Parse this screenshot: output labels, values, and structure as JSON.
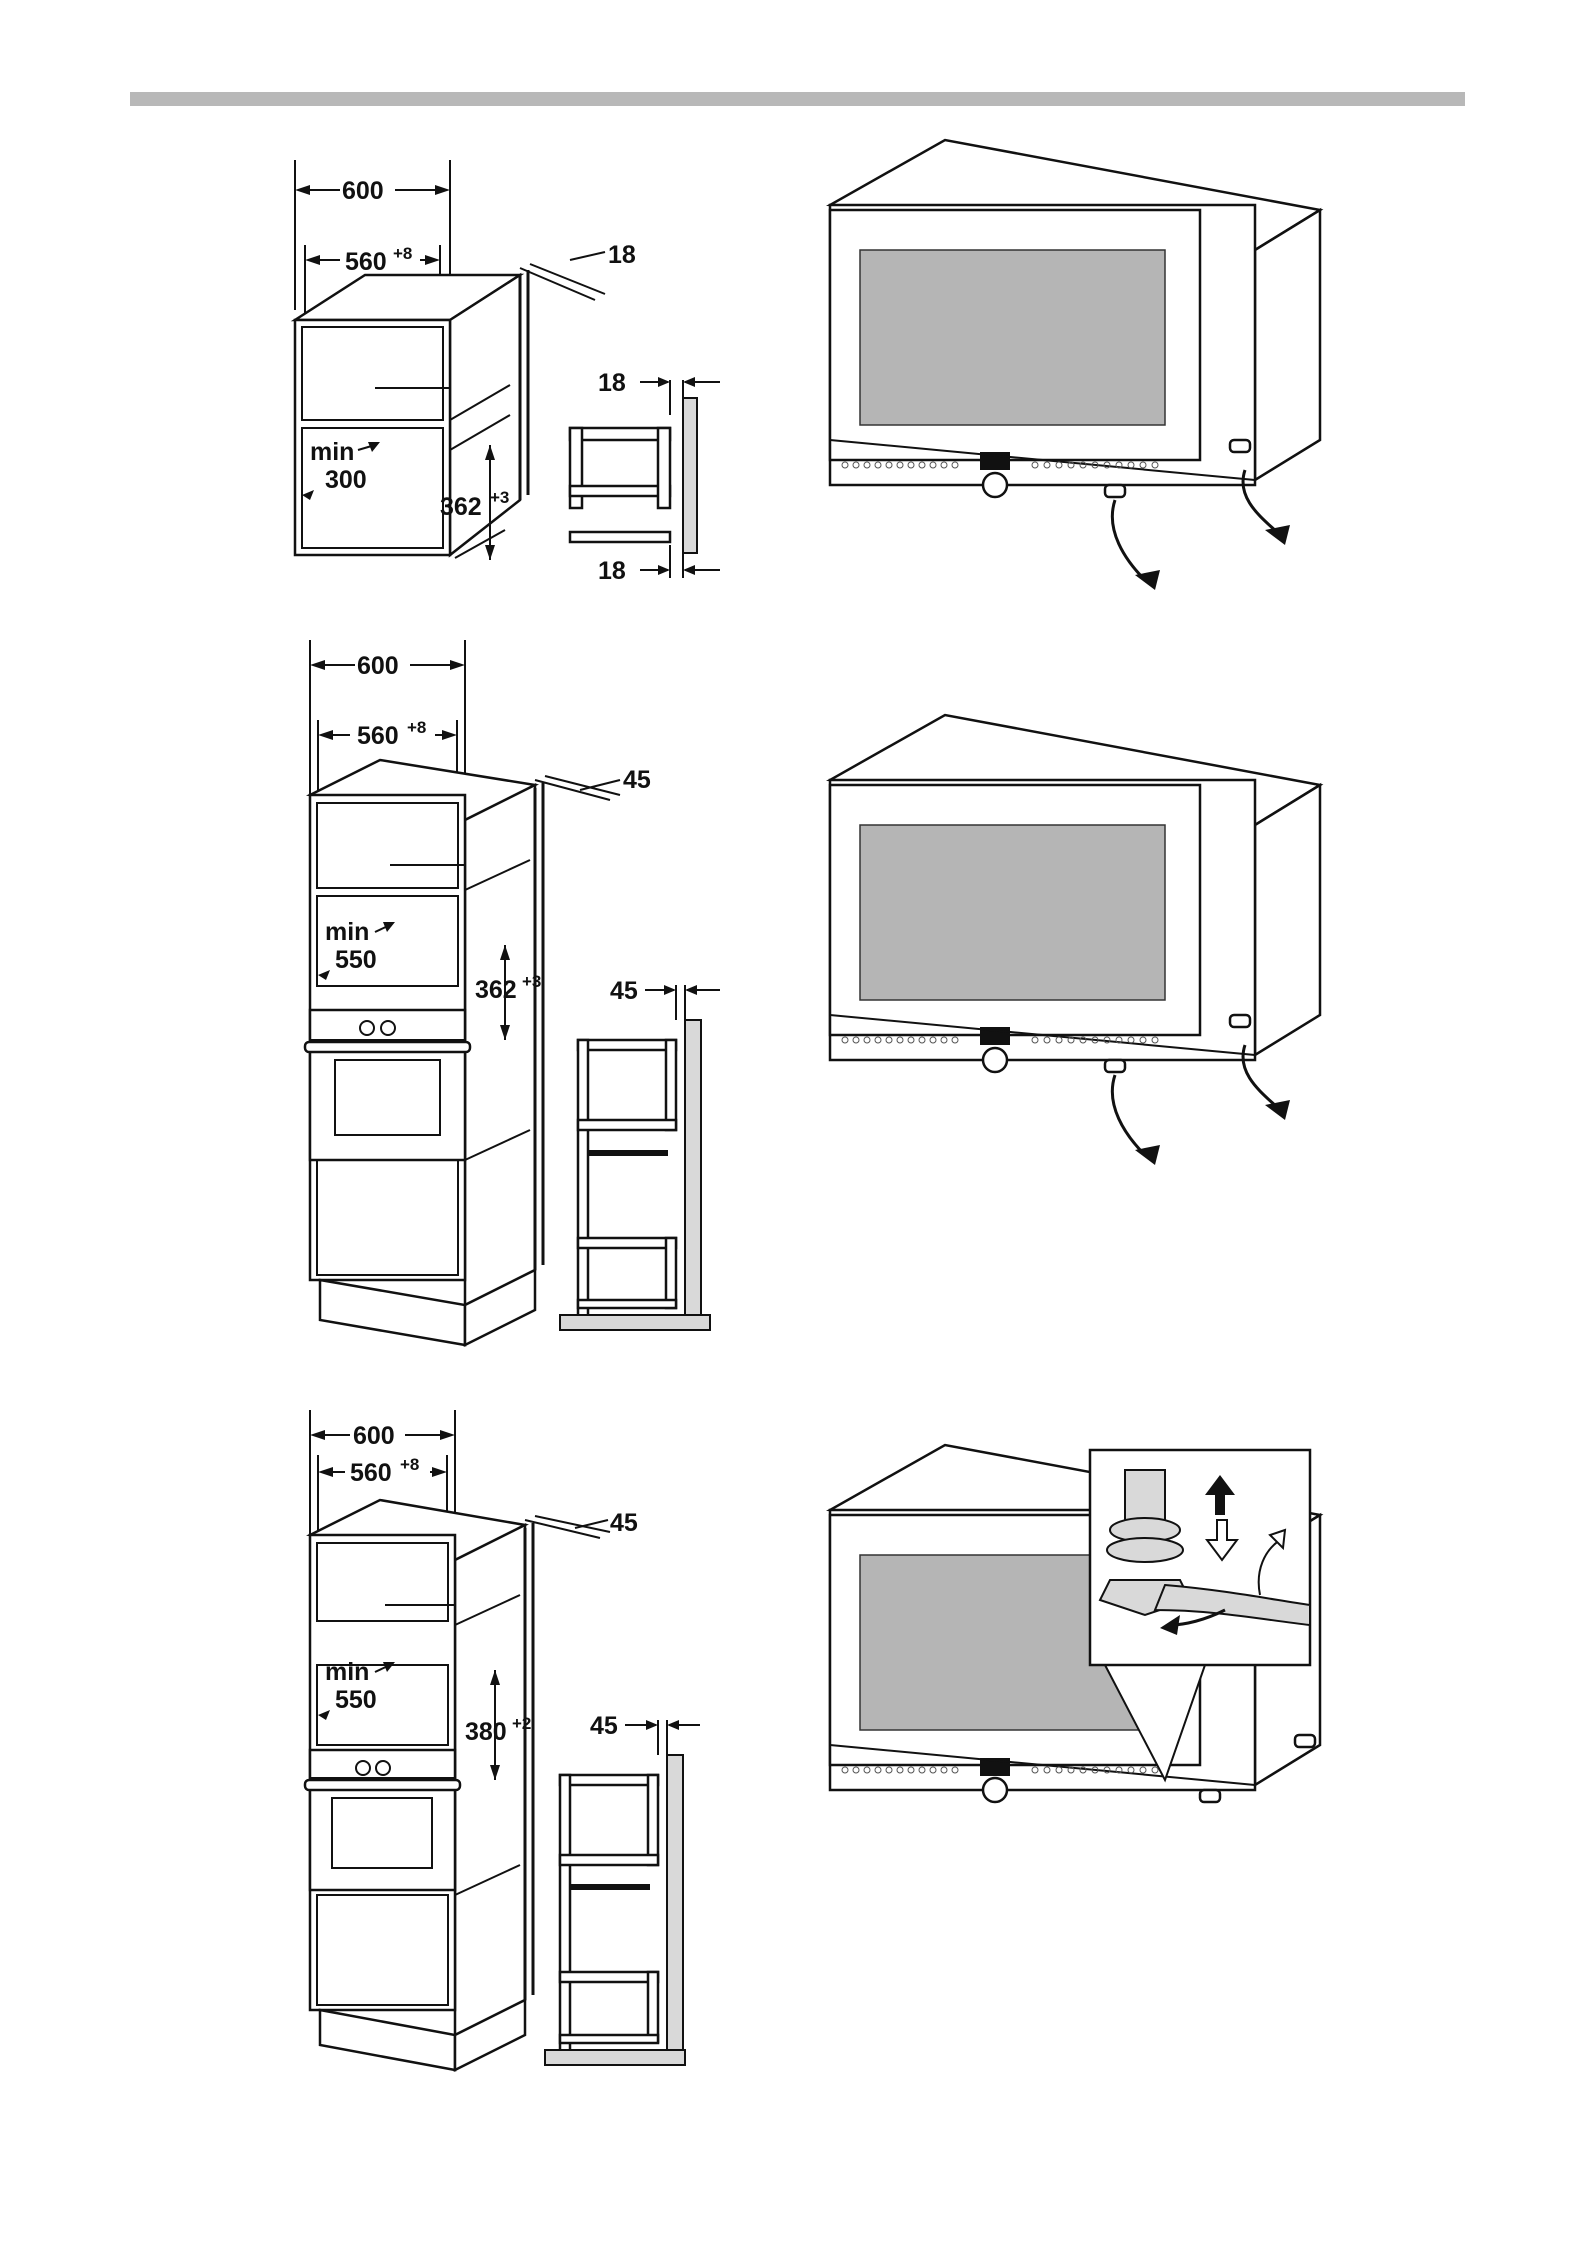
{
  "diagrams": [
    {
      "id": "niche-wall-cabinet",
      "dims": {
        "width": "600",
        "inner_width": "560",
        "inner_width_tol": "+8",
        "depth": "18",
        "min_label": "min",
        "min_depth": "300",
        "height": "362",
        "height_tol": "+3",
        "side_top": "18",
        "side_bottom": "18"
      }
    },
    {
      "id": "niche-tall-cabinet-362",
      "dims": {
        "width": "600",
        "inner_width": "560",
        "inner_width_tol": "+8",
        "depth": "45",
        "min_label": "min",
        "min_depth": "550",
        "height": "362",
        "height_tol": "+3",
        "side": "45"
      }
    },
    {
      "id": "niche-tall-cabinet-380",
      "dims": {
        "width": "600",
        "inner_width": "560",
        "inner_width_tol": "+8",
        "depth": "45",
        "min_label": "min",
        "min_depth": "550",
        "height": "380",
        "height_tol": "+2",
        "side": "45"
      }
    }
  ],
  "icons": {
    "removing_feet": "rotate-arrow-icon",
    "adjusting_feet": "wrench-icon"
  },
  "colors": {
    "header_bar": "#b8b8b8",
    "glass": "#b5b5b5",
    "shade": "#d9d9d9"
  }
}
